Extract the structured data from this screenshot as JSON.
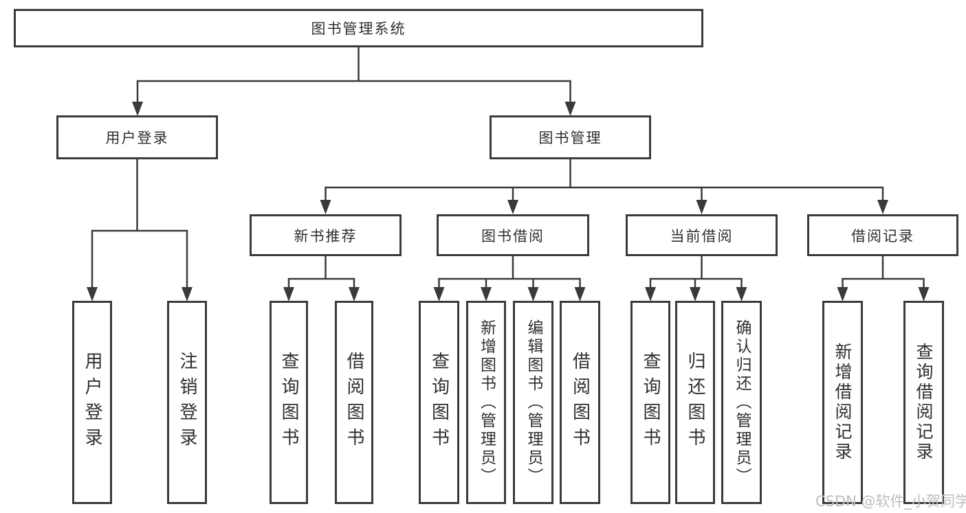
{
  "diagram": {
    "tree": {
      "label": "图书管理系统",
      "children": [
        {
          "label": "用户登录",
          "children": [
            {
              "label": "用户登录"
            },
            {
              "label": "注销登录"
            }
          ]
        },
        {
          "label": "图书管理",
          "children": [
            {
              "label": "新书推荐",
              "children": [
                {
                  "label": "查询图书"
                },
                {
                  "label": "借阅图书"
                }
              ]
            },
            {
              "label": "图书借阅",
              "children": [
                {
                  "label": "查询图书"
                },
                {
                  "label": "新增图书（管理员）"
                },
                {
                  "label": "编辑图书（管理员）"
                },
                {
                  "label": "借阅图书"
                }
              ]
            },
            {
              "label": "当前借阅",
              "children": [
                {
                  "label": "查询图书"
                },
                {
                  "label": "归还图书"
                },
                {
                  "label": "确认归还（管理员）"
                }
              ]
            },
            {
              "label": "借阅记录",
              "children": [
                {
                  "label": "新增借阅记录"
                },
                {
                  "label": "查询借阅记录"
                }
              ]
            }
          ]
        }
      ]
    },
    "colors": {
      "line": "#3a3a3a",
      "text": "#2f2f2f",
      "watermark": "#bdbdbd",
      "background": "#ffffff"
    },
    "watermark": {
      "text": "CSDN @软件_小贺同学"
    }
  }
}
